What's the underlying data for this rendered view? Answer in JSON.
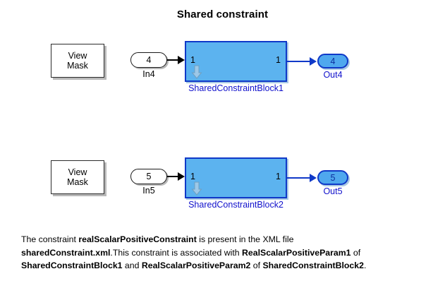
{
  "title": "Shared constraint",
  "rows": [
    {
      "view_mask_label": "View\nMask",
      "inport_value": "4",
      "inport_label": "In4",
      "block": {
        "in_port_number": "1",
        "out_port_number": "1",
        "name": "SharedConstraintBlock1",
        "mask_indicator": "mask-down-arrow-icon"
      },
      "outport_value": "4",
      "outport_label": "Out4"
    },
    {
      "view_mask_label": "View\nMask",
      "inport_value": "5",
      "inport_label": "In5",
      "block": {
        "in_port_number": "1",
        "out_port_number": "1",
        "name": "SharedConstraintBlock2",
        "mask_indicator": "mask-down-arrow-icon"
      },
      "outport_value": "5",
      "outport_label": "Out5"
    }
  ],
  "description": {
    "line1": {
      "part1": "The constraint ",
      "bold1": "realScalarPositiveConstraint",
      "part2": " is present in the XML file"
    },
    "line2": {
      "bold1": "sharedConstraint.xml",
      "part1": ".This constraint is associated with ",
      "bold2": "RealScalarPositiveParam1",
      "part2": " of"
    },
    "line3": {
      "bold1": "SharedConstraintBlock1",
      "part1": " and ",
      "bold2": "RealScalarPositiveParam2",
      "part2": " of ",
      "bold3": "SharedConstraintBlock2",
      "part3": "."
    }
  },
  "colors": {
    "block_fill": "#5CB3EF",
    "block_border": "#1039C8",
    "label_blue": "#1111CC",
    "outport_fill": "#4FA8EE",
    "shadow_gray": "#b8b8b8"
  }
}
